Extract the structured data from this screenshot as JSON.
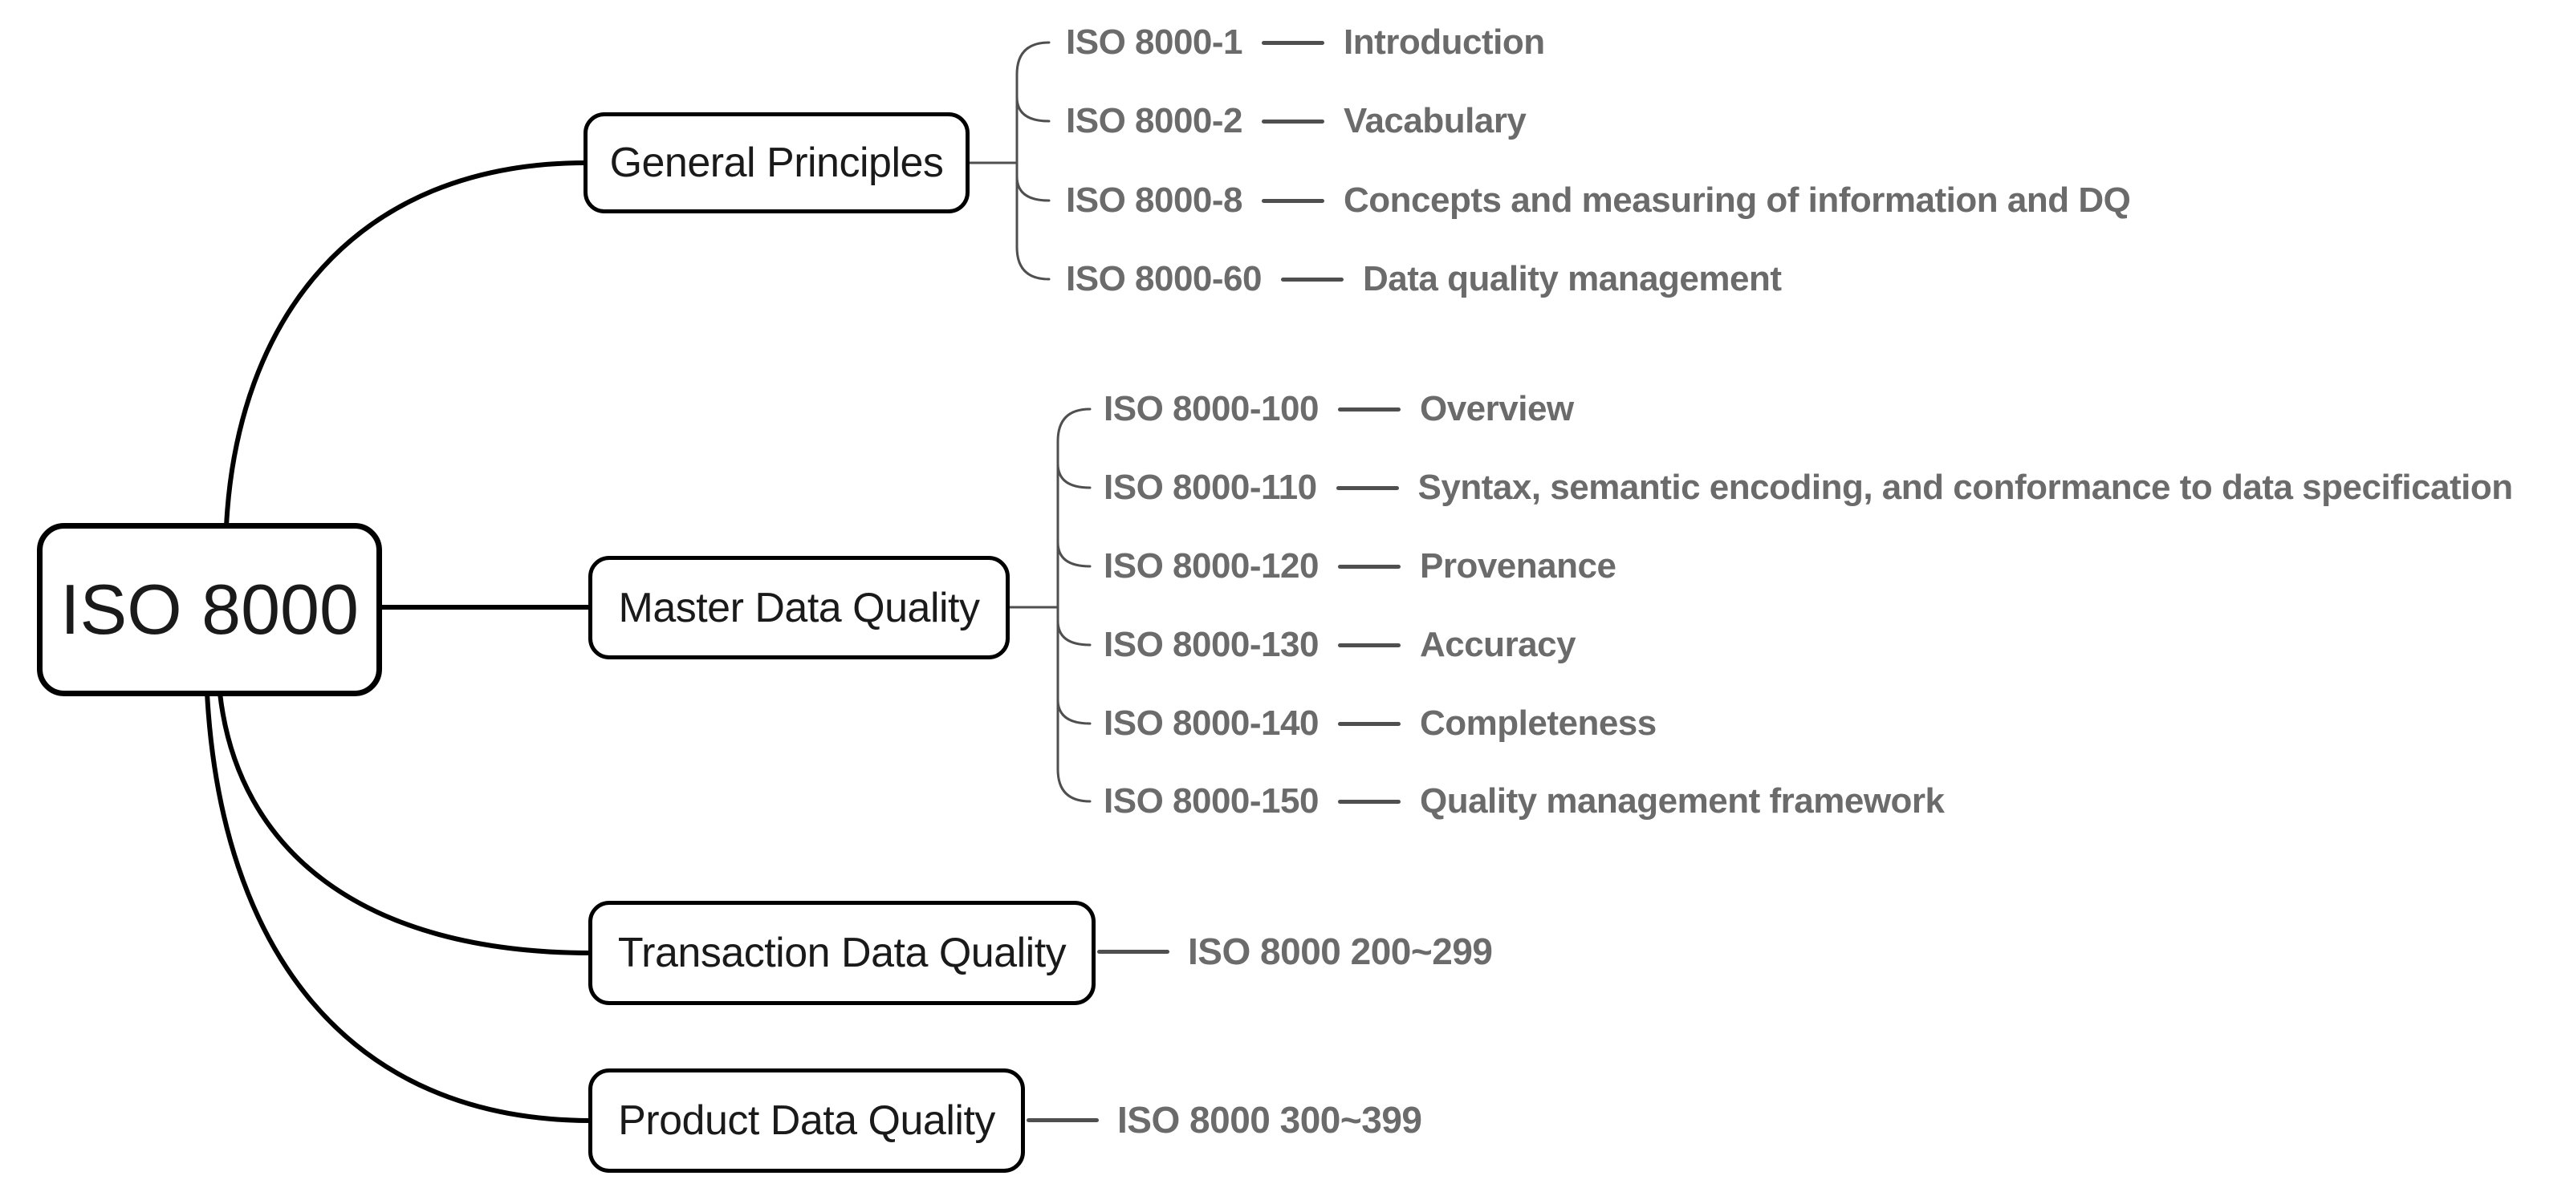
{
  "root": {
    "label": "ISO 8000"
  },
  "branches": [
    {
      "label": "General Principles",
      "children": [
        {
          "code": "ISO 8000-1",
          "label": "Introduction"
        },
        {
          "code": "ISO 8000-2",
          "label": "Vacabulary"
        },
        {
          "code": "ISO 8000-8",
          "label": "Concepts and measuring of information and DQ"
        },
        {
          "code": "ISO 8000-60",
          "label": "Data quality management"
        }
      ]
    },
    {
      "label": "Master Data Quality",
      "children": [
        {
          "code": "ISO 8000-100",
          "label": "Overview"
        },
        {
          "code": "ISO 8000-110",
          "label": "Syntax, semantic encoding, and conformance to data specification"
        },
        {
          "code": "ISO 8000-120",
          "label": "Provenance"
        },
        {
          "code": "ISO 8000-130",
          "label": "Accuracy"
        },
        {
          "code": "ISO 8000-140",
          "label": "Completeness"
        },
        {
          "code": "ISO 8000-150",
          "label": "Quality management framework"
        }
      ]
    },
    {
      "label": "Transaction Data Quality",
      "range_label": "ISO 8000 200~299"
    },
    {
      "label": "Product Data Quality",
      "range_label": "ISO 8000 300~399"
    }
  ],
  "colors": {
    "background": "#ffffff",
    "node_border": "#000000",
    "node_text": "#1a1a1a",
    "topic_text": "#6b6b6b",
    "connector_gray": "#4f4f4f",
    "connector_black": "#000000"
  }
}
